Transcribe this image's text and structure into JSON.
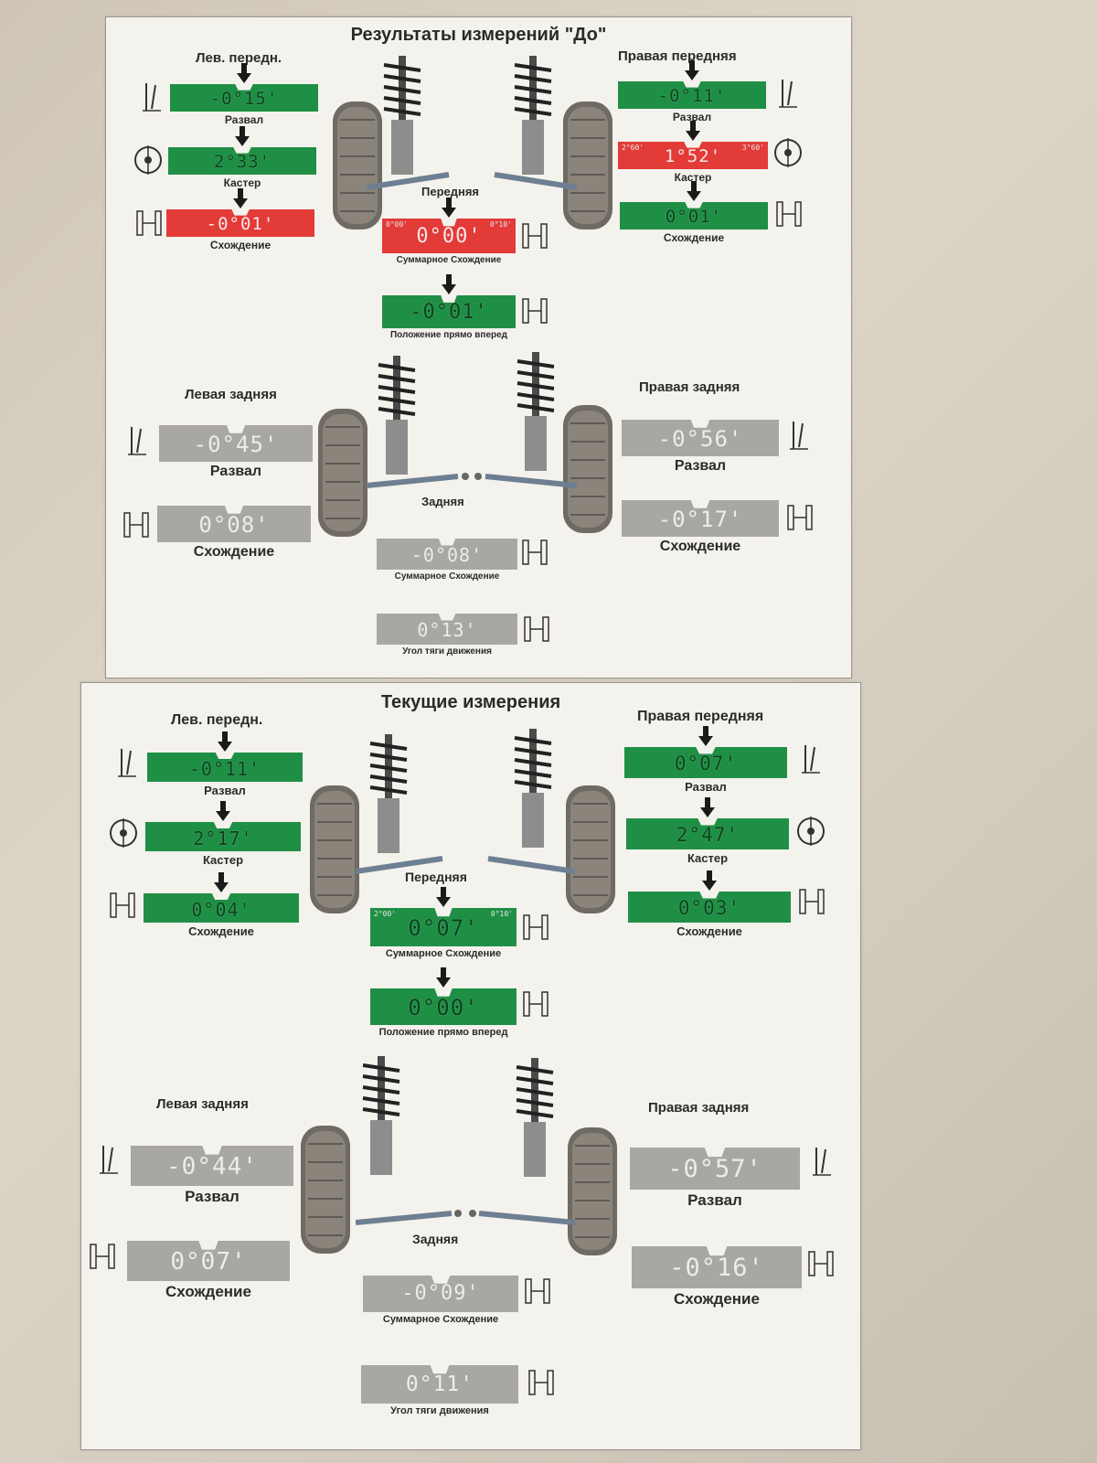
{
  "before": {
    "title": "Результаты измерений \"До\"",
    "front_left_title": "Лев. передн.",
    "front_right_title": "Правая передняя",
    "front_axle_label": "Передняя",
    "rear_left_title": "Левая задняя",
    "rear_right_title": "Правая задняя",
    "rear_axle_label": "Задняя",
    "fl_camber": {
      "value": "-0°15'",
      "label": "Развал",
      "status": "green"
    },
    "fl_caster": {
      "value": "2°33'",
      "label": "Кастер",
      "status": "green"
    },
    "fl_toe": {
      "value": "-0°01'",
      "label": "Схождение",
      "status": "red"
    },
    "fr_camber": {
      "value": "-0°11'",
      "label": "Развал",
      "status": "green"
    },
    "fr_caster": {
      "value": "1°52'",
      "label": "Кастер",
      "status": "red",
      "lim_l": "2°60'",
      "lim_r": "3°60'"
    },
    "fr_toe": {
      "value": "0°01'",
      "label": "Схождение",
      "status": "green"
    },
    "front_total_toe": {
      "value": "0°00'",
      "label": "Суммарное Схождение",
      "status": "red",
      "lim_l": "0°00'",
      "lim_r": "0°10'"
    },
    "straight_ahead": {
      "value": "-0°01'",
      "label": "Положение прямо вперед",
      "status": "green"
    },
    "rl_camber": {
      "value": "-0°45'",
      "label": "Развал",
      "status": "gray"
    },
    "rl_toe": {
      "value": "0°08'",
      "label": "Схождение",
      "status": "gray"
    },
    "rr_camber": {
      "value": "-0°56'",
      "label": "Развал",
      "status": "gray"
    },
    "rr_toe": {
      "value": "-0°17'",
      "label": "Схождение",
      "status": "gray"
    },
    "rear_total_toe": {
      "value": "-0°08'",
      "label": "Суммарное Схождение",
      "status": "gray"
    },
    "thrust_angle": {
      "value": "0°13'",
      "label": "Угол тяги движения",
      "status": "gray"
    }
  },
  "current": {
    "title": "Текущие измерения",
    "front_left_title": "Лев. передн.",
    "front_right_title": "Правая передняя",
    "front_axle_label": "Передняя",
    "rear_left_title": "Левая задняя",
    "rear_right_title": "Правая задняя",
    "rear_axle_label": "Задняя",
    "fl_camber": {
      "value": "-0°11'",
      "label": "Развал",
      "status": "green"
    },
    "fl_caster": {
      "value": "2°17'",
      "label": "Кастер",
      "status": "green"
    },
    "fl_toe": {
      "value": "0°04'",
      "label": "Схождение",
      "status": "green"
    },
    "fr_camber": {
      "value": "0°07'",
      "label": "Развал",
      "status": "green"
    },
    "fr_caster": {
      "value": "2°47'",
      "label": "Кастер",
      "status": "green"
    },
    "fr_toe": {
      "value": "0°03'",
      "label": "Схождение",
      "status": "green"
    },
    "front_total_toe": {
      "value": "0°07'",
      "label": "Суммарное Схождение",
      "status": "green",
      "lim_l": "2°00'",
      "lim_r": "0°10'"
    },
    "straight_ahead": {
      "value": "0°00'",
      "label": "Положение прямо вперед",
      "status": "green"
    },
    "rl_camber": {
      "value": "-0°44'",
      "label": "Развал",
      "status": "gray"
    },
    "rl_toe": {
      "value": "0°07'",
      "label": "Схождение",
      "status": "gray"
    },
    "rr_camber": {
      "value": "-0°57'",
      "label": "Развал",
      "status": "gray"
    },
    "rr_toe": {
      "value": "-0°16'",
      "label": "Схождение",
      "status": "gray"
    },
    "rear_total_toe": {
      "value": "-0°09'",
      "label": "Суммарное Схождение",
      "status": "gray"
    },
    "thrust_angle": {
      "value": "0°11'",
      "label": "Угол тяги движения",
      "status": "gray"
    }
  },
  "colors": {
    "ok": "#1f8f45",
    "out_of_range": "#e23b38",
    "rear_info": "#a9a7a3"
  }
}
